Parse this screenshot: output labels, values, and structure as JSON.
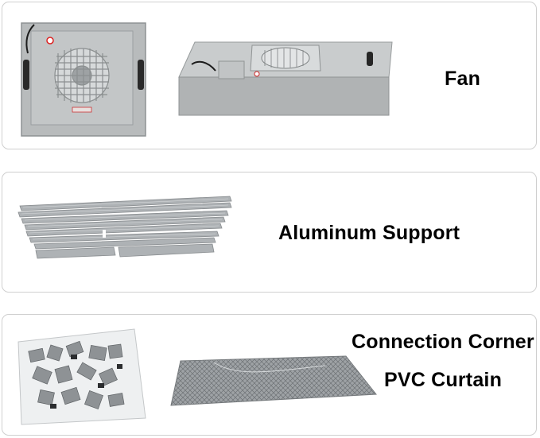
{
  "panels": [
    {
      "label": "Fan",
      "images": [
        "fan-square-unit",
        "fan-rectangular-unit"
      ]
    },
    {
      "label": "Aluminum Support",
      "images": [
        "aluminum-profiles"
      ]
    },
    {
      "labels": [
        "Connection Corner",
        "PVC Curtain"
      ],
      "images": [
        "connection-corner-bag",
        "pvc-curtain-sheet"
      ]
    }
  ],
  "colors": {
    "border": "#cfcfcf",
    "metal": "#b9bcbd",
    "aluminum": "#a9adb0",
    "text": "#000000"
  }
}
